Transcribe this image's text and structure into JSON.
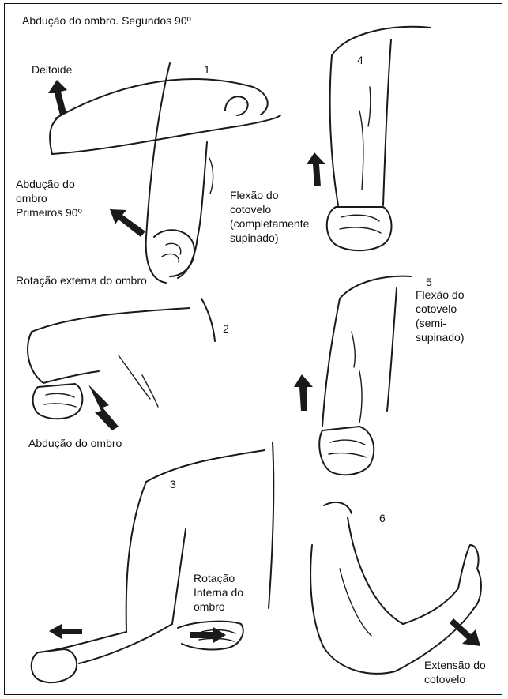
{
  "labels": {
    "title": "Abdução do ombro. Segundos 90º",
    "deltoide": "Deltoide",
    "abd_primeiros_1": "Abdução do",
    "abd_primeiros_2": "ombro",
    "abd_primeiros_3": "Primeiros 90º",
    "flexao_sup_1": "Flexão do",
    "flexao_sup_2": "cotovelo",
    "flexao_sup_3": "(completamente",
    "flexao_sup_4": "supinado)",
    "rot_externa": "Rotação externa do ombro",
    "abd_ombro": "Abdução do ombro",
    "flexao_semi_1": "Flexão do",
    "flexao_semi_2": "cotovelo",
    "flexao_semi_3": "(semi-",
    "flexao_semi_4": "supinado)",
    "rot_interna_1": "Rotação",
    "rot_interna_2": "Interna do",
    "rot_interna_3": "ombro",
    "extensao_1": "Extensão do",
    "extensao_2": "cotovelo"
  },
  "panel_numbers": [
    "1",
    "2",
    "3",
    "4",
    "5",
    "6"
  ],
  "colors": {
    "ink": "#1a1a1a",
    "background": "#ffffff"
  }
}
